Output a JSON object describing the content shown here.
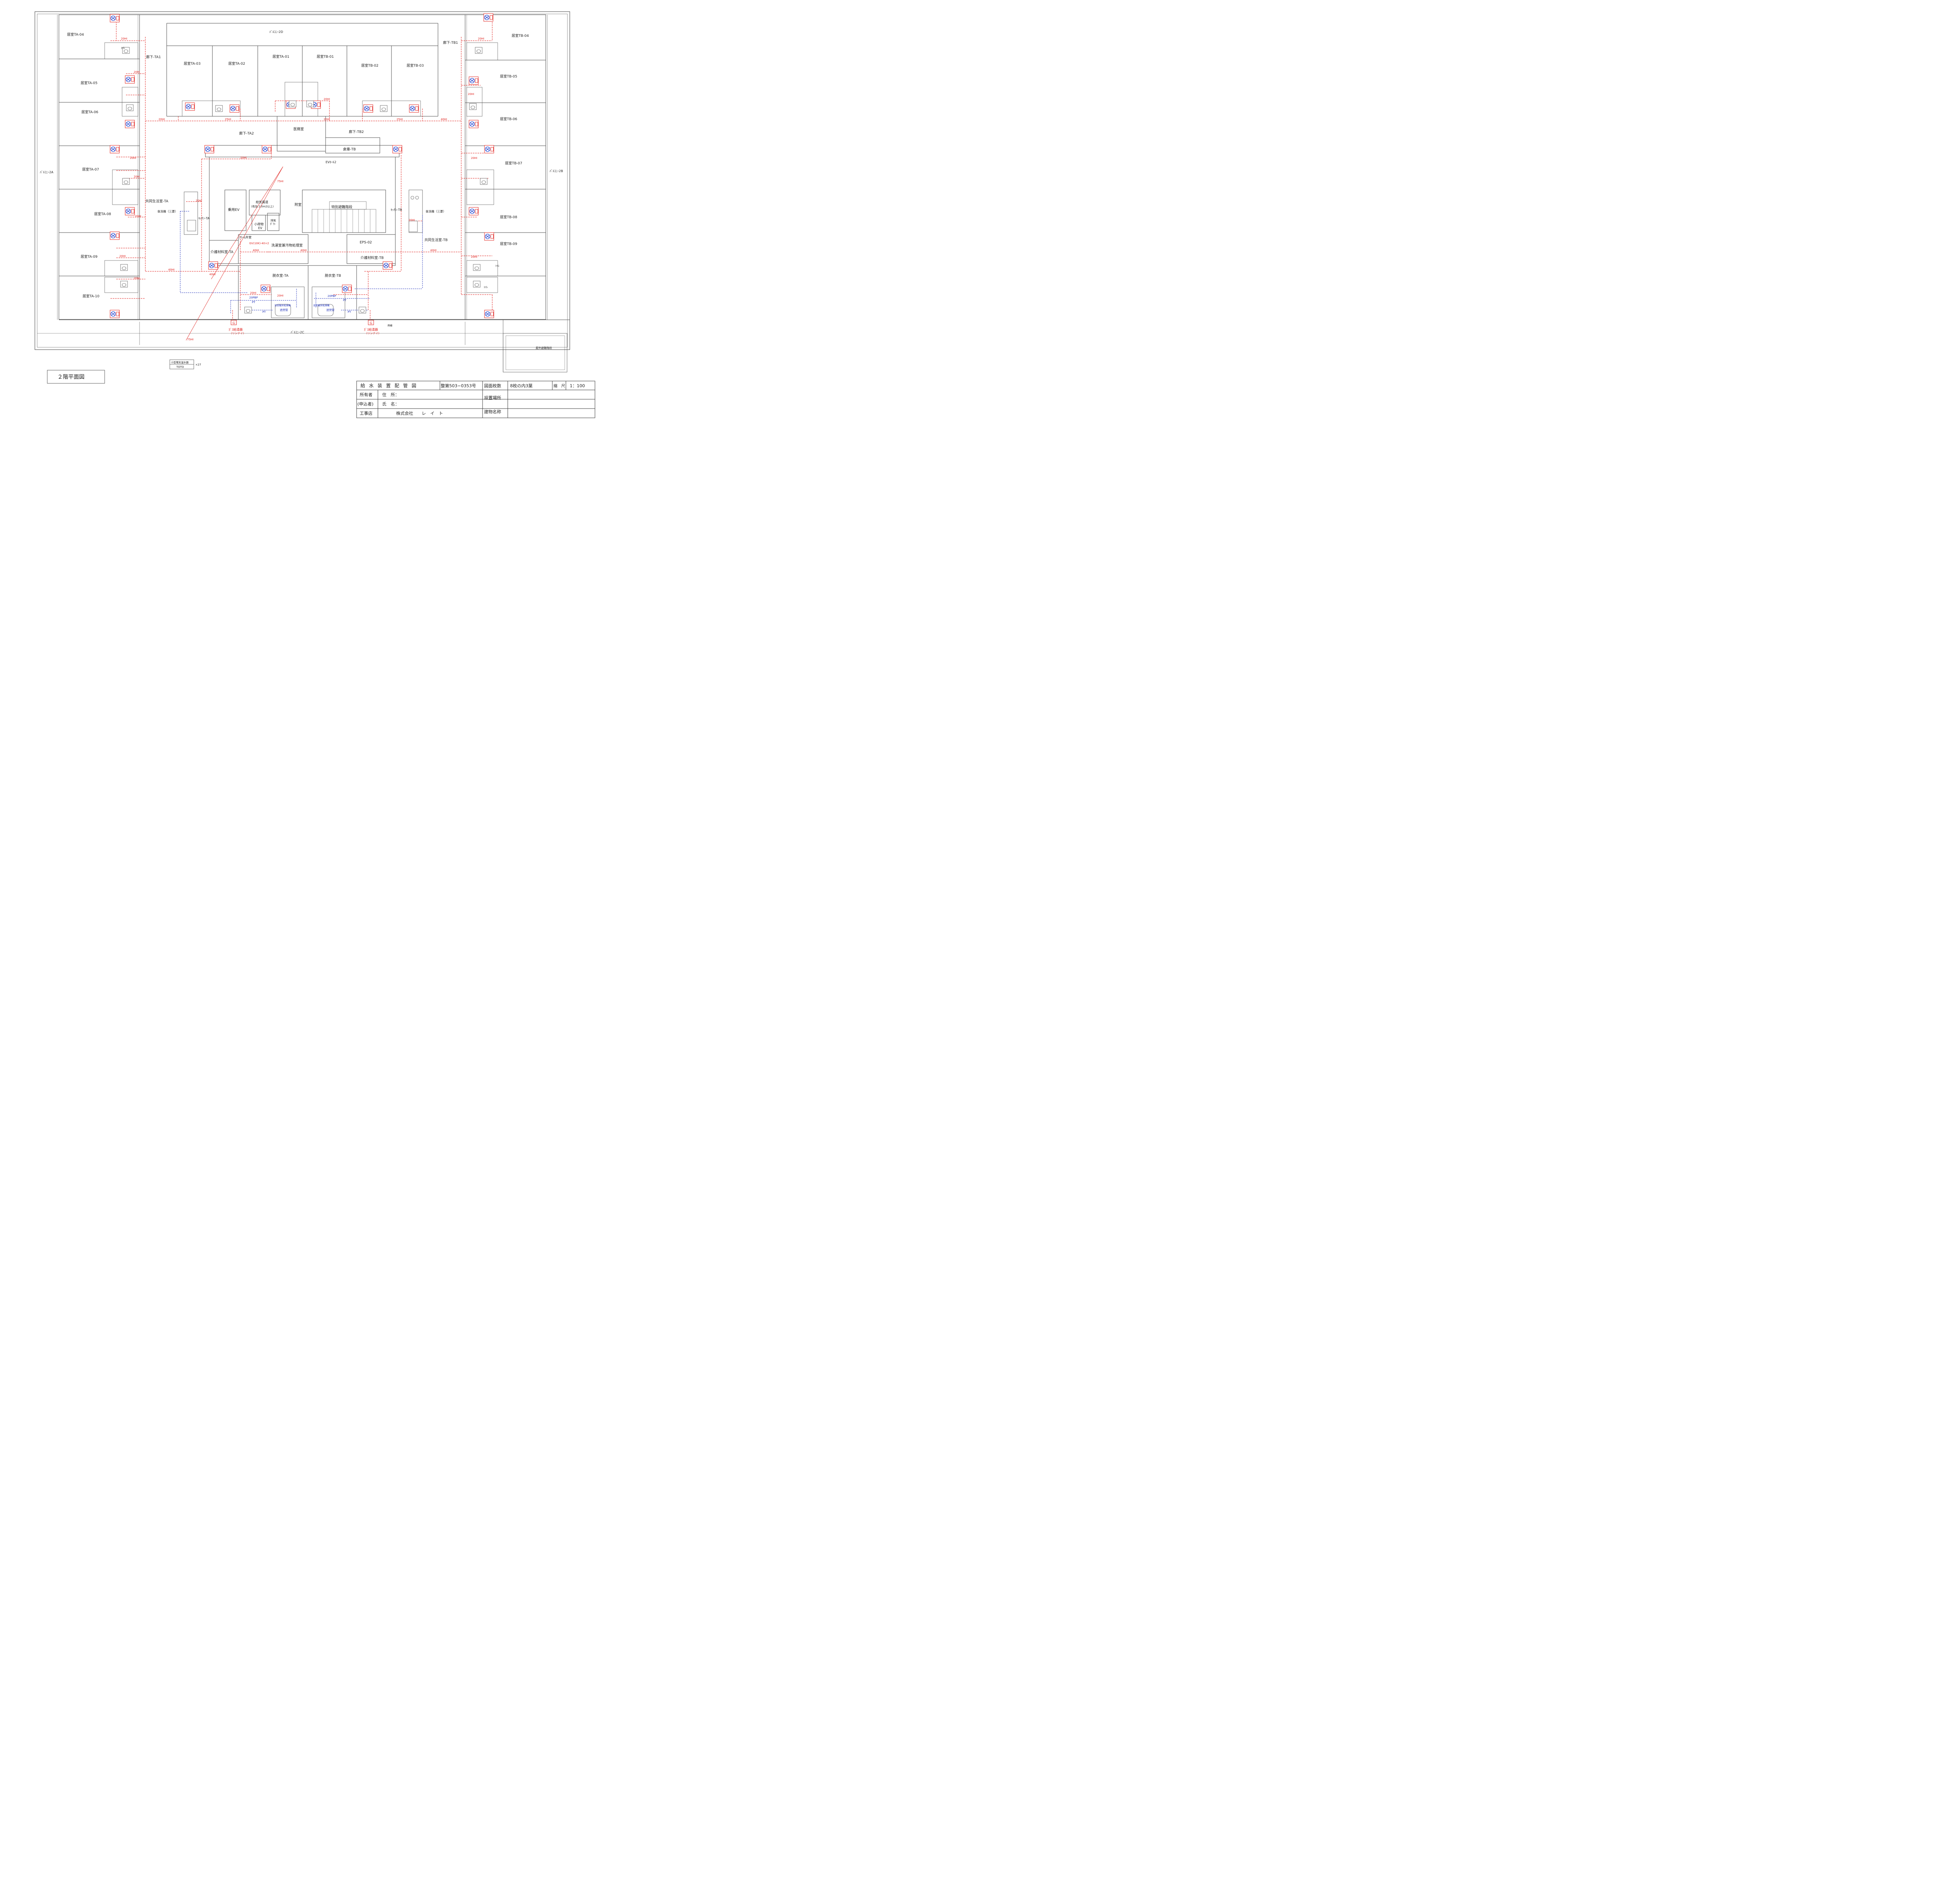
{
  "rooms": {
    "ta04": "居室TA-04",
    "ta05": "居室TA-05",
    "ta06": "居室TA-06",
    "ta07": "居室TA-07",
    "ta08": "居室TA-08",
    "ta09": "居室TA-09",
    "ta10": "居室TA-10",
    "ta03": "居室TA-03",
    "ta02": "居室TA-02",
    "ta01": "居室TA-01",
    "tb01": "居室TB-01",
    "tb02": "居室TB-02",
    "tb03": "居室TB-03",
    "tb04": "居室TB-04",
    "tb05": "居室TB-05",
    "tb06": "居室TB-06",
    "tb07": "居室TB-07",
    "tb08": "居室TB-08",
    "tb09": "居室TB-09",
    "balcony_2d": "ﾊﾞﾙｺﾆｰ2D",
    "balcony_2a": "ﾊﾞﾙｺﾆｰ2A",
    "balcony_2b": "ﾊﾞﾙｺﾆｰ2B",
    "balcony_2c": "ﾊﾞﾙｺﾆｰ2C",
    "corridor_ta1": "廊下-TA1",
    "corridor_tb1": "廊下-TB1",
    "corridor_ta2": "廊下-TA2",
    "corridor_tb2": "廊下-TB2",
    "medical": "医務室",
    "storage_tb": "倉庫-TB",
    "ev_hall": "EVﾎｰﾙ2",
    "living_ta": "共同生活室-TA",
    "living_tb": "共同生活室-TB",
    "kitchen_ta": "ｷｯﾁﾝ-TA",
    "kitchen_tb": "ｷｯﾁﾝ-TB",
    "dishwasher_ta": "食洗機（三菱）",
    "dishwasher_tb": "食洗機（三菱）",
    "passenger_ev": "乗用EV",
    "air_supply": "給気風道",
    "air_supply_sub": "(有効 2.0m2以上)",
    "annex": "附室",
    "stair": "特別避難階段",
    "small_ev": "小荷物",
    "small_ev2": "EV",
    "exhaust": "排気",
    "exhaust2": "ﾀﾞｸﾄ",
    "alarm_valve": "ｱﾗｰﾑ弁室",
    "laundry": "洗濯室兼汚物処理室",
    "eps": "EPS-02",
    "gv": "GV(10K)-40×2",
    "care_ta": "介護材料室-TA",
    "care_tb": "介護材料室-TB",
    "changing_ta": "脱衣室-TA",
    "changing_tb": "脱衣室-TB",
    "toilet": "ﾄｲﾚ",
    "gas_heater": "ｶﾞｽ給湯器",
    "gas_heater_maker": "(リンナイ)",
    "reheat": "追焚管",
    "bath_dryer": "浴室暖房乾燥機",
    "outdoor_stair": "屋外避難階段",
    "drain": "雨樋"
  },
  "pipes": {
    "h20": "20HI",
    "h25": "25HI",
    "h40": "40HI",
    "h75": "75HI",
    "pbp20": "20PBP",
    "pt": "PT",
    "gas": "G",
    "meter": "E"
  },
  "legend": {
    "heater_name": "小型電気温水器",
    "heater_maker": "TOTO",
    "heater_qty": "×27"
  },
  "floor_title": "２階平面図",
  "title_block": {
    "drawing_name": "給水装置配管図",
    "permit_no": "整第503−0353号",
    "sheet_label": "図面枚数",
    "sheet_value": "8枚の内3葉",
    "scale_label": "縮　尺",
    "scale_value": "1：100",
    "owner_label": "所有者",
    "applicant_label": "(申込者)",
    "address_label": "住　所：",
    "name_label": "氏　名：",
    "site_label": "設置場所",
    "building_label": "建物名称",
    "contractor_label": "工事店",
    "contractor_name": "株式会社　　レ　イ　ト"
  },
  "colors": {
    "wall": "#4a4a4a",
    "pipe_hot": "#e0201c",
    "pipe_pbp": "#1d2fb8",
    "fixture_blue": "#1a3fd0"
  }
}
